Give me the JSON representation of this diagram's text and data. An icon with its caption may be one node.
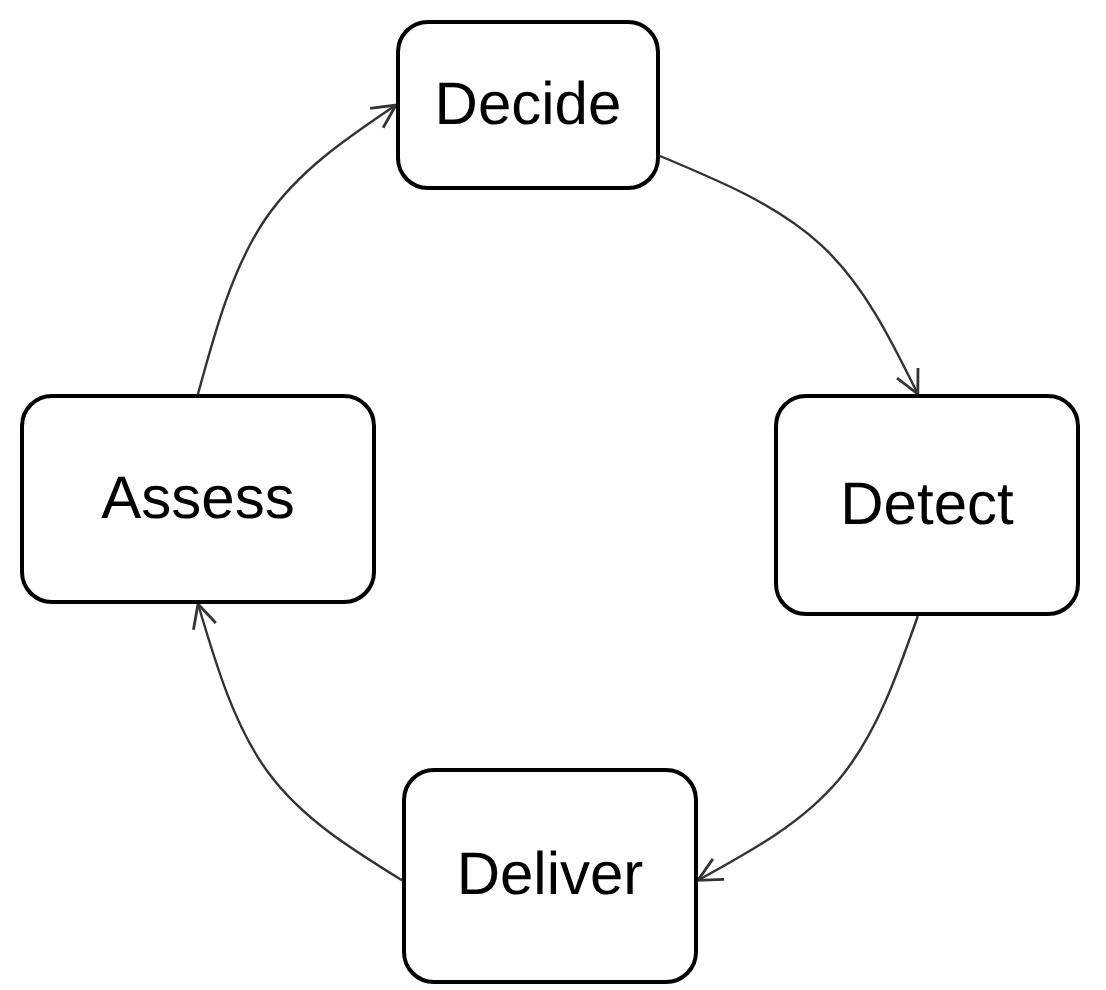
{
  "diagram": {
    "nodes": [
      {
        "text": [
          "Decide"
        ]
      },
      {
        "text": [
          "Detect"
        ]
      },
      {
        "text": [
          "Deliver"
        ]
      },
      {
        "text": [
          "Assess"
        ]
      }
    ],
    "edges": [
      {
        "from": 0,
        "to": 1,
        "arrow": "to"
      },
      {
        "from": 1,
        "to": 2,
        "arrow": "to"
      },
      {
        "from": 2,
        "to": 3,
        "arrow": "to"
      },
      {
        "from": 3,
        "to": 0,
        "arrow": "to"
      }
    ]
  }
}
